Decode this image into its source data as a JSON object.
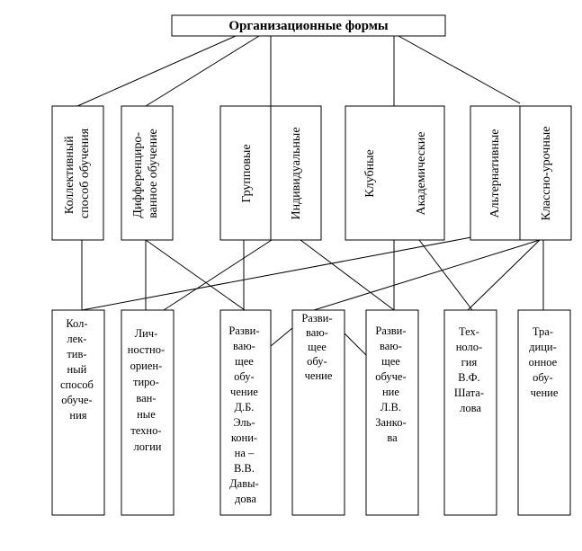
{
  "title": "Организационные формы",
  "top_boxes": [
    {
      "id": "kollektivnyi",
      "lines": [
        "Коллективный",
        "способ обучения"
      ]
    },
    {
      "id": "differentsirovannoe",
      "lines": [
        "Дифференциро-",
        "ванное обучение"
      ]
    },
    {
      "id": "gruppovye",
      "lines": [
        "Групповые"
      ]
    },
    {
      "id": "individualnye",
      "lines": [
        "Индивидуальные"
      ]
    },
    {
      "id": "klubnye",
      "lines": [
        "Клубные"
      ]
    },
    {
      "id": "akademicheskie",
      "lines": [
        "Академические"
      ]
    },
    {
      "id": "alternativnye",
      "lines": [
        "Альтернативные"
      ]
    },
    {
      "id": "klassno-urochnye",
      "lines": [
        "Классно-урочные"
      ]
    }
  ],
  "bottom_boxes": [
    {
      "id": "kollektivnyi-sposob",
      "lines": [
        "Кол-",
        "лек-",
        "тив-",
        "ный",
        "способ",
        "обуче-",
        "ния"
      ]
    },
    {
      "id": "lichnostno-orientirovannye",
      "lines": [
        "Лич-",
        "ностно-",
        "ориен-",
        "тиро-",
        "ван-",
        "ные",
        "техно-",
        "логии"
      ]
    },
    {
      "id": "razvivayushchee-elkonina",
      "lines": [
        "Разви-",
        "ваю-",
        "щее",
        "обу-",
        "чение",
        "Д.Б.",
        "Эль-",
        "кони-",
        "на –",
        "В.В.",
        "Давы-",
        "дова"
      ]
    },
    {
      "id": "razvivayushchee",
      "lines": [
        "Разви-",
        "ваю-",
        "щее",
        "обу-",
        "чение"
      ]
    },
    {
      "id": "razvivayushchee-zankova",
      "lines": [
        "Разви-",
        "ваю-",
        "щее",
        "обуче-",
        "ние",
        "Л.В.",
        "Занко-",
        "ва"
      ]
    },
    {
      "id": "tekhnologiya-shatalova",
      "lines": [
        "Тех-",
        "ноло-",
        "гия",
        "В.Ф.",
        "Шата-",
        "лова"
      ]
    },
    {
      "id": "traditsionnoe",
      "lines": [
        "Тра-",
        "дици-",
        "онное",
        "обу-",
        "чение"
      ]
    }
  ]
}
